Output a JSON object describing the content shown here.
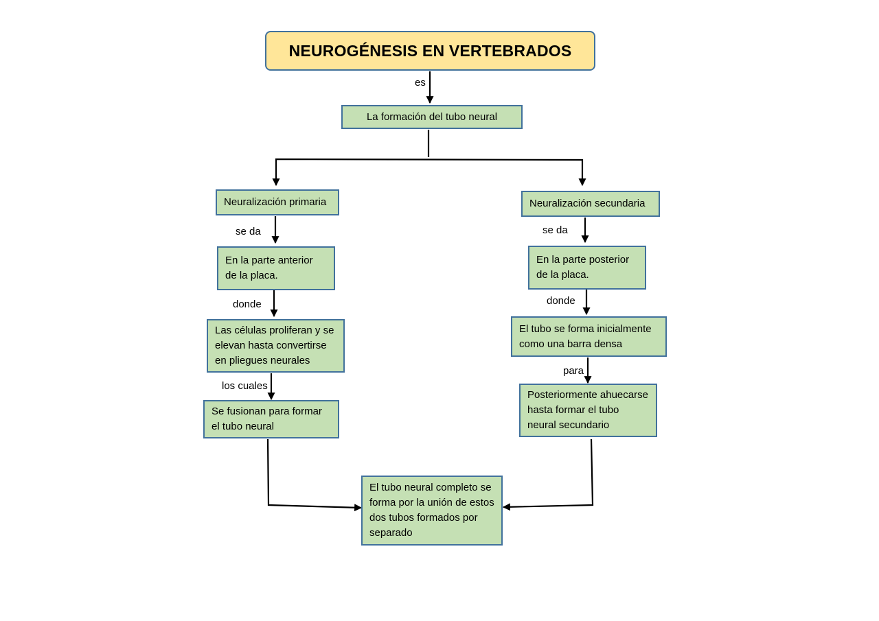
{
  "title": "NEUROGÉNESIS EN VERTEBRADOS",
  "nodes": {
    "formacion": "La formación del tubo neural",
    "primaria": "Neuralización primaria",
    "anterior": "En la parte anterior de la placa.",
    "proliferan": "Las células proliferan y se elevan hasta convertirse en pliegues neurales",
    "fusionan": "Se fusionan para formar el tubo neural",
    "secundaria": "Neuralización secundaria",
    "posterior": "En la parte posterior de la placa.",
    "barra": "El tubo se forma inicialmente como una barra densa",
    "ahuecarse": "Posteriormente ahuecarse hasta formar el tubo neural secundario",
    "completo": "El tubo neural completo se forma por la unión de estos dos tubos formados por separado"
  },
  "labels": {
    "es": "es",
    "se_da_left": "se da",
    "donde_left": "donde",
    "los_cuales": "los cuales",
    "se_da_right": "se da",
    "donde_right": "donde",
    "para": "para"
  },
  "colors": {
    "title_fill": "#ffe699",
    "node_fill": "#c5e0b4",
    "node_border": "#41719c",
    "connector": "#000000"
  }
}
